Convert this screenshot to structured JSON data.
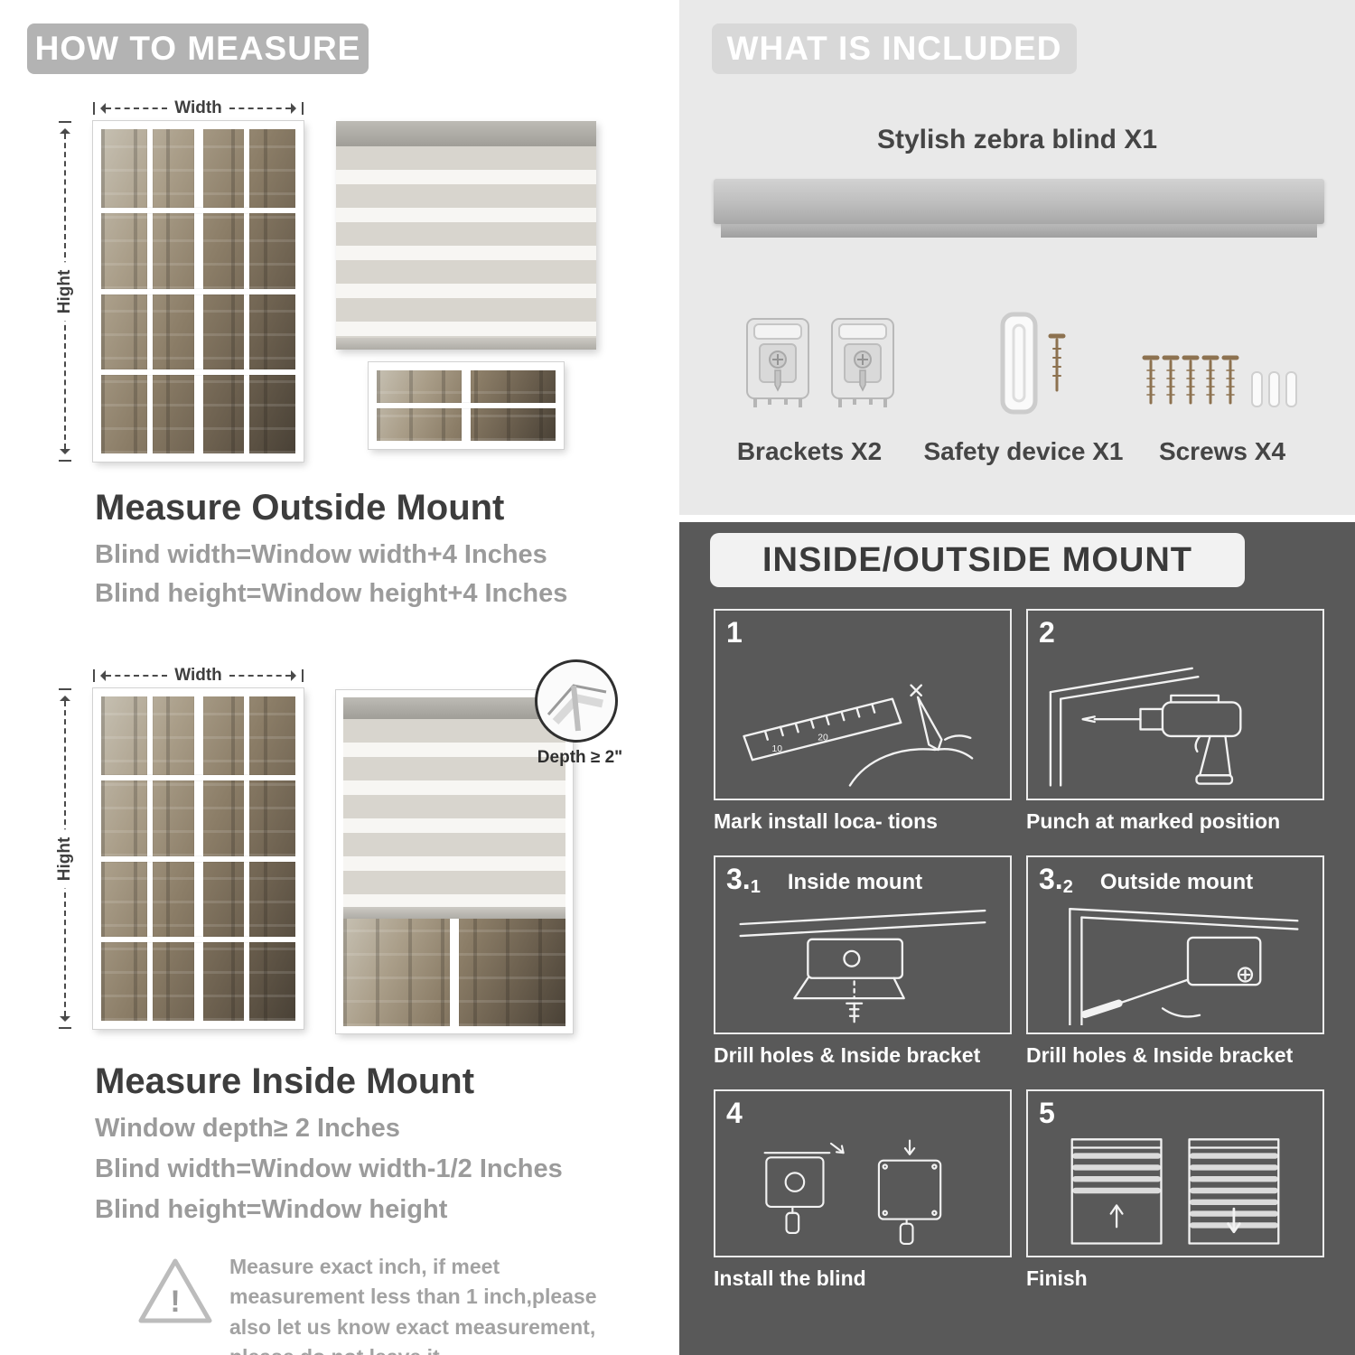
{
  "left": {
    "header": "HOW TO MEASURE",
    "outside": {
      "width_label": "Width",
      "height_label": "Hight",
      "heading": "Measure Outside Mount",
      "lines": [
        "Blind width=Window width+4 Inches",
        "Blind height=Window height+4 Inches"
      ]
    },
    "inside": {
      "width_label": "Width",
      "height_label": "Hight",
      "depth_callout": "Depth ≥ 2\"",
      "heading": "Measure Inside Mount",
      "lines": [
        "Window depth≥ 2 Inches",
        "Blind width=Window width-1/2 Inches",
        "Blind height=Window height"
      ]
    },
    "warning": {
      "mark": "!",
      "text": "Measure exact inch, if meet measurement less than 1 inch,please also let us know exact measurement, please do not leave it"
    }
  },
  "right": {
    "included": {
      "header": "WHAT IS INCLUDED",
      "product_label": "Stylish zebra blind X1",
      "item_labels": [
        "Brackets X2",
        "Safety device X1",
        "Screws X4"
      ]
    },
    "mount": {
      "header": "INSIDE/OUTSIDE MOUNT",
      "steps": [
        {
          "num": "1",
          "caption": "Mark install loca- tions",
          "ruler_marks": [
            "10",
            "20"
          ]
        },
        {
          "num": "2",
          "caption": "Punch at  marked position"
        },
        {
          "num": "3.",
          "sub": "1",
          "label": "Inside mount",
          "caption": "Drill holes &  Inside bracket"
        },
        {
          "num": "3.",
          "sub": "2",
          "label": "Outside mount",
          "caption": "Drill holes &  Inside bracket"
        },
        {
          "num": "4",
          "caption": "Install the blind"
        },
        {
          "num": "5",
          "caption": "Finish"
        }
      ]
    }
  },
  "colors": {
    "badge_gray": "#b3b3b3",
    "panel_light": "#e9e9e9",
    "panel_dark": "#595959",
    "heading_dark": "#3d3d3d",
    "text_gray": "#9b9b9b",
    "zebra_stripe": "#d8d5ce"
  }
}
